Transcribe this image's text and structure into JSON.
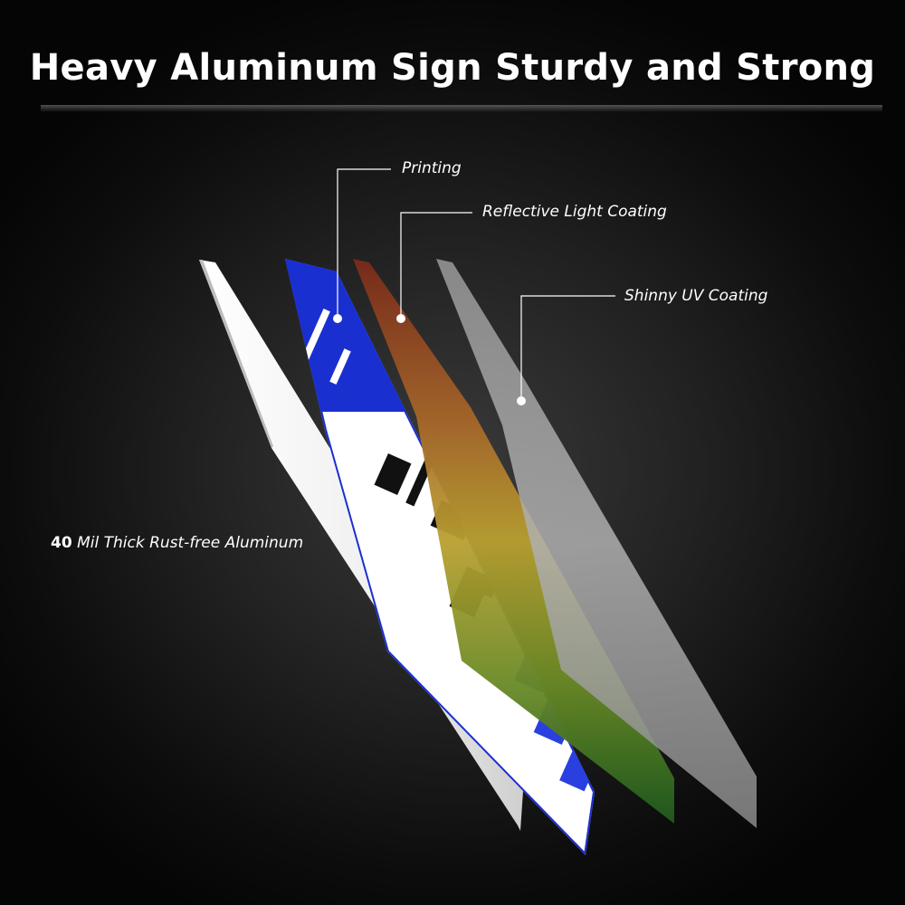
{
  "title": "Heavy Aluminum Sign Sturdy and Strong",
  "layers": {
    "printing": "Printing",
    "reflective": "Reflective Light Coating",
    "uv": "Shinny UV Coating",
    "aluminum_value": "40",
    "aluminum_text": "Mil Thick  Rust-free Aluminum"
  },
  "colors": {
    "background": "#1e1e1e",
    "aluminum": "#f2f2f2",
    "print_blue": "#1a2fd0",
    "reflective_top": "#7a2a1a",
    "reflective_mid": "#b9a030",
    "reflective_bottom": "#1e5a1e",
    "uv_coating": "#a6a6a6"
  }
}
